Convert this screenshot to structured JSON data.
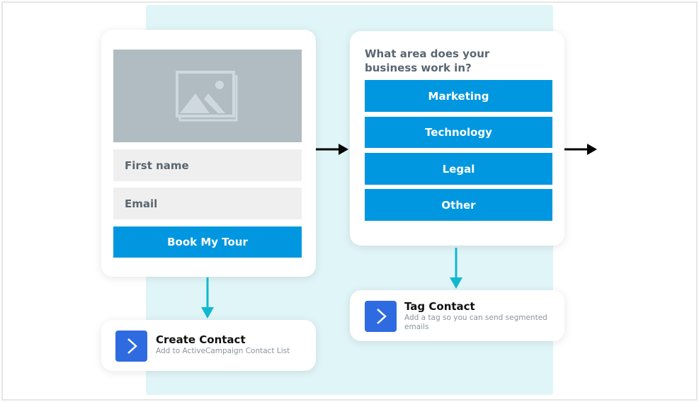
{
  "form": {
    "fields": [
      "First name",
      "Email"
    ],
    "button": "Book My Tour"
  },
  "question": {
    "title": "What area does your business work in?",
    "options": [
      "Marketing",
      "Technology",
      "Legal",
      "Other"
    ]
  },
  "actions": [
    {
      "title": "Create Contact",
      "subtitle": "Add to ActiveCampaign Contact List"
    },
    {
      "title": "Tag Contact",
      "subtitle": "Add a tag so you can send segmented emails"
    }
  ],
  "colors": {
    "accent": "#0097e0",
    "connector": "#10b8d0",
    "brand": "#2f6be0",
    "panel": "#e0f5f8"
  }
}
